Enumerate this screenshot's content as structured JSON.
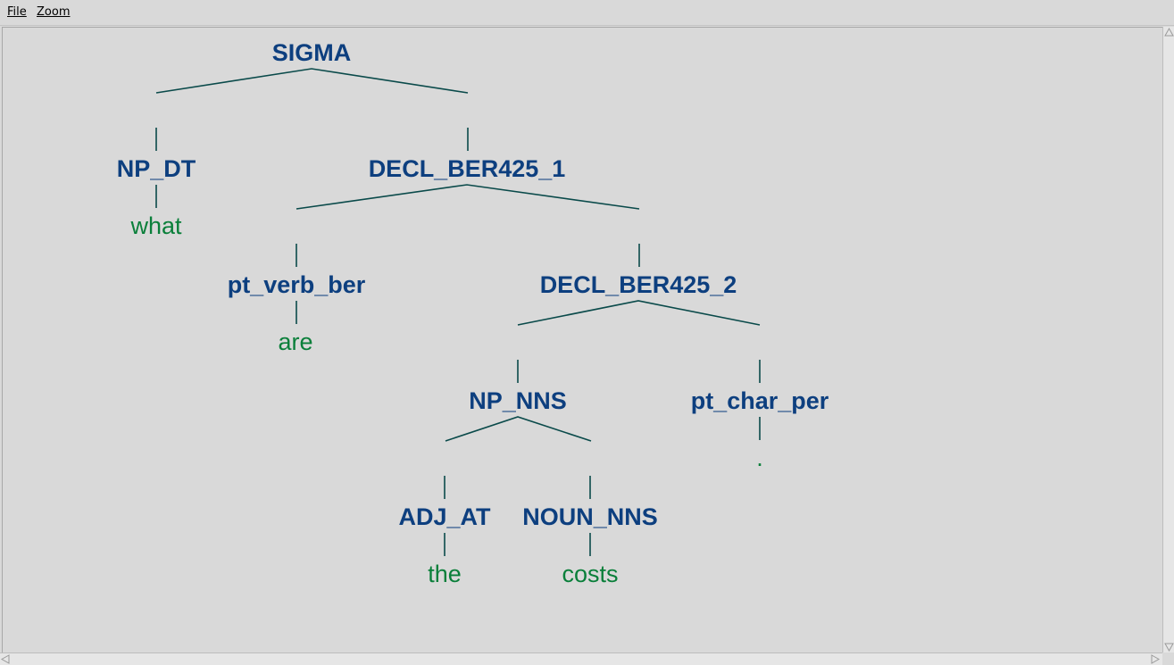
{
  "menu": {
    "file_label": "File",
    "zoom_label": "Zoom"
  },
  "tree": {
    "root": "SIGMA",
    "nodes": {
      "np_dt": "NP_DT",
      "decl_1": "DECL_BER425_1",
      "pt_verb_ber": "pt_verb_ber",
      "decl_2": "DECL_BER425_2",
      "np_nns": "NP_NNS",
      "pt_char_per": "pt_char_per",
      "adj_at": "ADJ_AT",
      "noun_nns": "NOUN_NNS"
    },
    "leaves": {
      "what": "what",
      "are": "are",
      "period": ".",
      "the": "the",
      "costs": "costs"
    }
  },
  "colors": {
    "node_text": "#0d3f7f",
    "leaf_text": "#0a7f3a",
    "edge": "#0a4a4a",
    "background": "#d9d9d9"
  }
}
